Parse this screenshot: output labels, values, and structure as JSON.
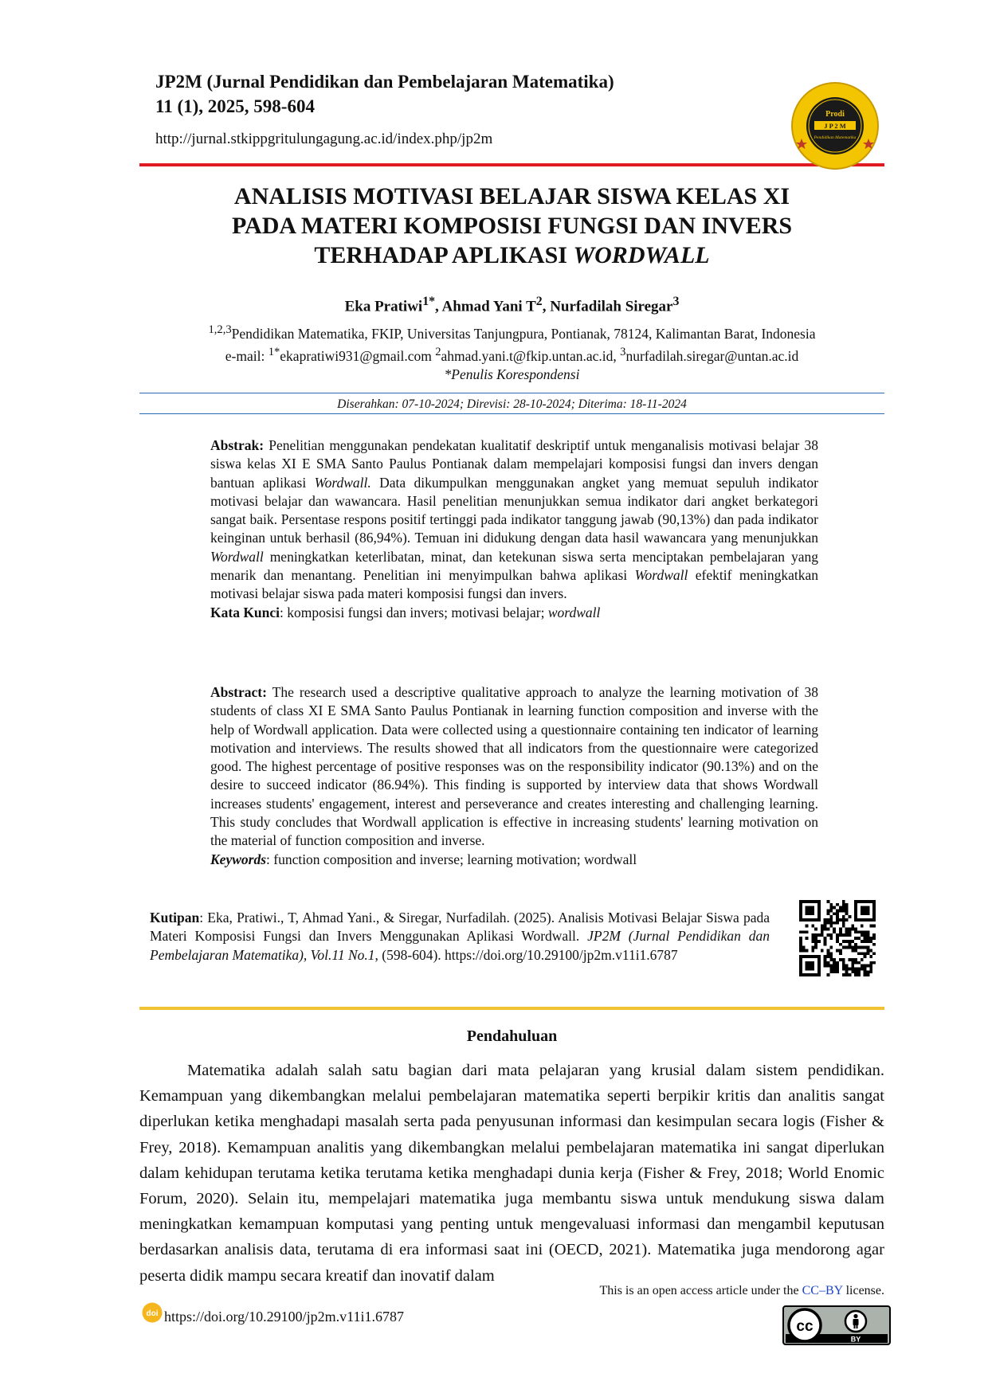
{
  "header": {
    "journal_name": "JP2M (Jurnal Pendidikan dan Pembelajaran Matematika)",
    "volume_pages": "11 (1), 2025, 598-604",
    "url": "http://jurnal.stkippgritulungagung.ac.id/index.php/jp2m"
  },
  "logo": {
    "top_text": "Prodi",
    "band_text": "J P 2 M",
    "sub_text": "Pendidikan Matematika",
    "colors": {
      "ring": "#f2c500",
      "center": "#1a1a1a",
      "star": "#c0392b"
    }
  },
  "title": {
    "line1": "ANALISIS MOTIVASI BELAJAR SISWA KELAS XI",
    "line2": "PADA MATERI KOMPOSISI FUNGSI DAN INVERS",
    "line3_prefix": "TERHADAP APLIKASI ",
    "line3_italic": "WORDWALL"
  },
  "authors": {
    "a1": "Eka Pratiwi",
    "a1_sup": "1*",
    "a2": "Ahmad Yani T",
    "a2_sup": "2",
    "a3": "Nurfadilah Siregar",
    "a3_sup": "3",
    "sep1": ", ",
    "sep2": ", "
  },
  "affiliation": {
    "sup": "1,2,3",
    "text": "Pendidikan Matematika, FKIP, Universitas Tanjungpura, Pontianak, 78124, Kalimantan Barat, Indonesia",
    "email_label": "e-mail: ",
    "e1_sup": "1*",
    "e1": "ekapratiwi931@gmail.com ",
    "e2_sup": "2",
    "e2": "ahmad.yani.t@fkip.untan.ac.id, ",
    "e3_sup": "3",
    "e3": "nurfadilah.siregar@untan.ac.id",
    "corresponding": "*Penulis Korespondensi"
  },
  "dates": "Diserahkan: 07-10-2024; Direvisi: 28-10-2024; Diterima: 18-11-2024",
  "abstrak": {
    "label": "Abstrak:",
    "t1": " Penelitian menggunakan pendekatan kualitatif deskriptif untuk menganalisis motivasi belajar 38 siswa kelas XI E SMA Santo Paulus Pontianak dalam mempelajari komposisi fungsi dan invers dengan bantuan aplikasi ",
    "i1": "Wordwall.",
    "t2": " Data dikumpulkan menggunakan angket yang memuat sepuluh indikator motivasi belajar dan wawancara. Hasil penelitian menunjukkan semua indikator dari angket berkategori sangat baik. Persentase respons positif tertinggi pada indikator tanggung jawab (90,13%) dan pada indikator keinginan untuk berhasil (86,94%). Temuan ini didukung dengan data hasil wawancara yang menunjukkan ",
    "i2": "Wordwall",
    "t3": " meningkatkan keterlibatan, minat, dan ketekunan siswa serta menciptakan pembelajaran yang menarik dan menantang. Penelitian ini menyimpulkan bahwa aplikasi ",
    "i3": "Wordwall",
    "t4": " efektif meningkatkan motivasi belajar siswa pada materi komposisi fungsi dan invers.",
    "kw_label": "Kata Kunci",
    "kw_text": ": komposisi fungsi dan invers; motivasi belajar; ",
    "kw_italic": "wordwall"
  },
  "abstract": {
    "label": "Abstract:",
    "text": " The research used a descriptive qualitative approach to analyze the learning motivation of 38 students of class XI E SMA Santo Paulus Pontianak in learning function composition and inverse with the help of Wordwall application. Data were collected using a questionnaire containing ten indicator of learning motivation and interviews. The results showed that all indicators from the questionnaire were categorized good. The highest percentage of positive responses was on the responsibility indicator (90.13%) and on the desire to succeed indicator (86.94%). This finding is supported by interview data that shows Wordwall increases students' engagement, interest and perseverance and creates interesting and challenging learning. This study concludes that Wordwall application is effective in increasing students' learning motivation on the material of function composition and inverse.",
    "kw_label": "Keywords",
    "kw_text": ": function composition and inverse; learning motivation; wordwall"
  },
  "citation": {
    "label": "Kutipan",
    "t1": ": Eka, Pratiwi., T, Ahmad Yani., & Siregar, Nurfadilah. (2025). Analisis Motivasi Belajar Siswa pada Materi Komposisi Fungsi dan Invers Menggunakan Aplikasi Wordwall. ",
    "italic": "JP2M (Jurnal Pendidikan dan Pembelajaran Matematika), Vol.11 No.1",
    "t2": ", (598-604). https://doi.org/10.29100/jp2m.v11i1.6787"
  },
  "section": {
    "title": "Pendahuluan",
    "paragraph": "Matematika adalah salah satu bagian dari mata pelajaran yang krusial dalam sistem pendidikan. Kemampuan yang dikembangkan melalui pembelajaran matematika seperti  berpikir kritis dan analitis sangat diperlukan ketika menghadapi masalah serta pada penyusunan informasi dan kesimpulan secara logis (Fisher & Frey, 2018). Kemampuan analitis yang dikembangkan melalui pembelajaran matematika ini sangat diperlukan dalam kehidupan terutama ketika terutama ketika menghadapi dunia kerja (Fisher & Frey, 2018; World Enomic Forum, 2020). Selain itu, mempelajari matematika juga membantu siswa untuk mendukung siswa dalam meningkatkan kemampuan komputasi yang penting untuk mengevaluasi informasi dan mengambil keputusan berdasarkan analisis data, terutama di era informasi saat ini (OECD, 2021). Matematika juga mendorong agar peserta didik mampu secara kreatif dan inovatif dalam"
  },
  "footer": {
    "license_prefix": "This is an open access article under the ",
    "license_link": "CC–BY",
    "license_suffix": " license.",
    "doi": "https://doi.org/10.29100/jp2m.v11i1.6787",
    "doi_icon_text": "doi",
    "cc_text": "cc",
    "by_text": "BY"
  }
}
